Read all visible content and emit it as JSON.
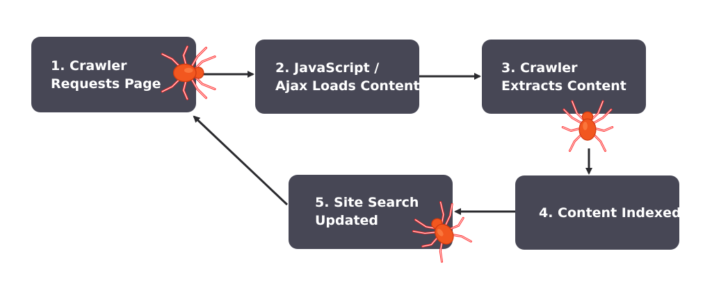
{
  "steps": [
    {
      "lines": [
        "1. Crawler",
        "Requests Page"
      ]
    },
    {
      "lines": [
        "2. JavaScript /",
        "Ajax Loads Content"
      ]
    },
    {
      "lines": [
        "3. Crawler",
        "Extracts Content"
      ]
    },
    {
      "lines": [
        "4. Content Indexed"
      ]
    },
    {
      "lines": [
        "5. Site Search",
        "Updated"
      ]
    }
  ],
  "colors": {
    "box": "#474755",
    "text": "#ffffff",
    "arrow": "#2a2a2e",
    "spider_body": "#f2571f",
    "spider_legs": "#ff2a2a"
  },
  "icons": [
    "spider-icon",
    "spider-icon",
    "spider-icon"
  ]
}
